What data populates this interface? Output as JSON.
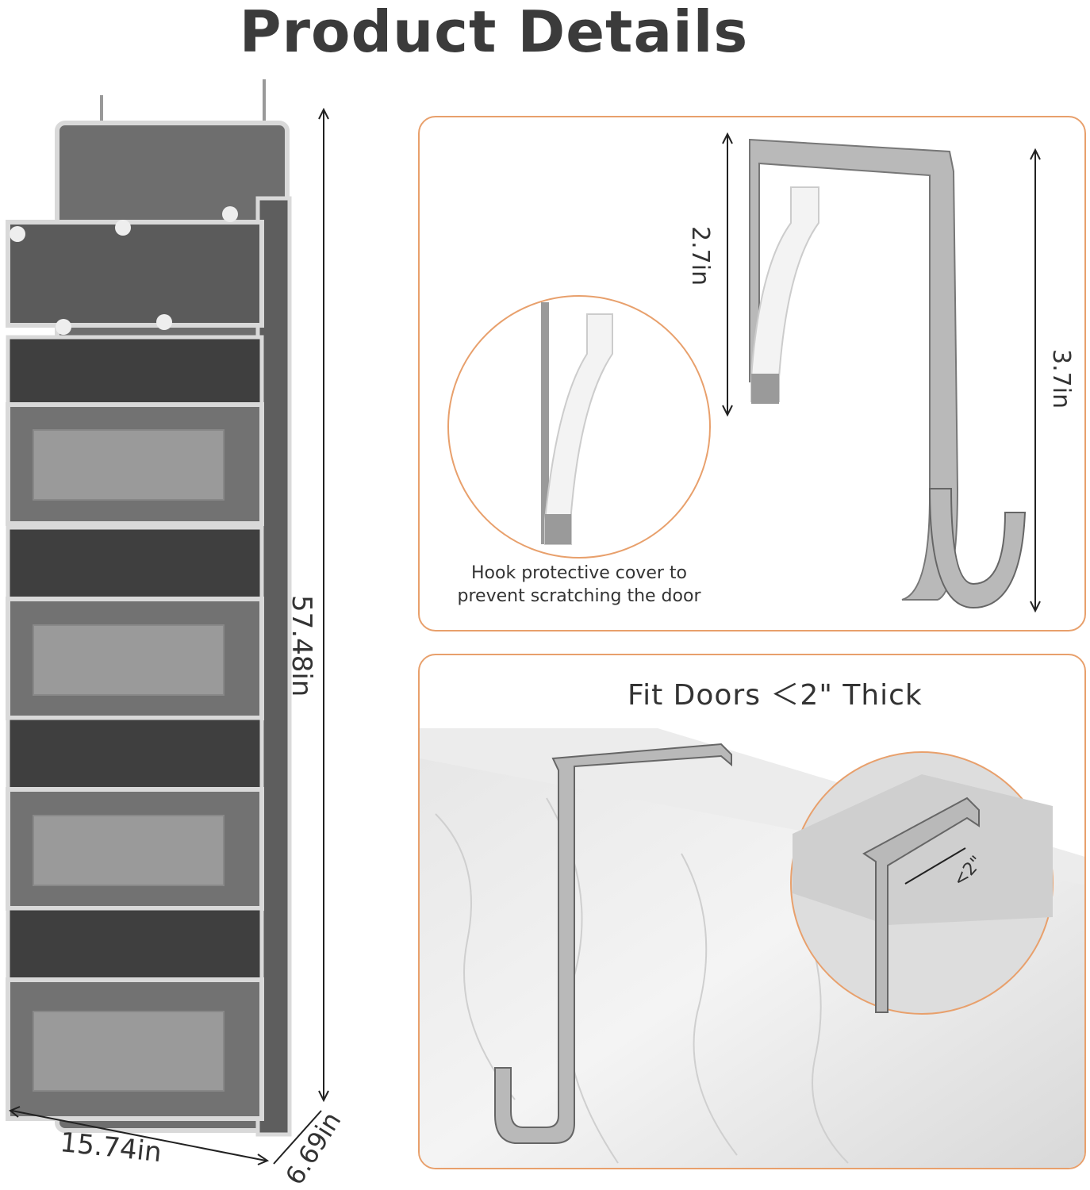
{
  "heading": "Product Details",
  "organizer": {
    "height_label": "57.48in",
    "width_label": "15.74in",
    "depth_label": "6.69in"
  },
  "hook_panel": {
    "dim_small": "2.7in",
    "dim_large": "3.7in",
    "caption_line1": "Hook protective cover to",
    "caption_line2": "prevent scratching the door"
  },
  "fit_panel": {
    "title": "Fit Doors ＜2\" Thick",
    "thickness_label": "<2\""
  },
  "colors": {
    "accent": "#e8a06c",
    "fabric": "#6e6e6e",
    "fabric_dark": "#4a4a4a",
    "trim": "#d9d9d9",
    "metal": "#b9b9b9"
  }
}
